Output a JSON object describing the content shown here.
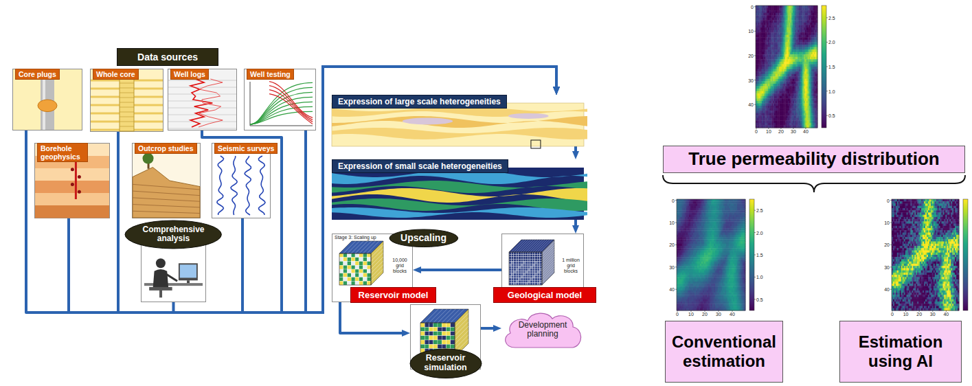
{
  "diagram": {
    "nodes": [
      {
        "text": [
          "Data sources"
        ]
      },
      {
        "text": [
          "Core plugs"
        ]
      },
      {
        "text": [
          "Whole core"
        ]
      },
      {
        "text": [
          "Well logs"
        ]
      },
      {
        "text": [
          "Well testing"
        ]
      },
      {
        "text": [
          "Borehole geophysics"
        ]
      },
      {
        "text": [
          "Outcrop studies"
        ]
      },
      {
        "text": [
          "Seismic surveys"
        ]
      },
      {
        "text": [
          "Comprehensive analysis"
        ]
      },
      {
        "text": [
          "Expression of large scale heterogeneities"
        ]
      },
      {
        "text": [
          "Expression of small scale heterogeneities"
        ]
      },
      {
        "text": [
          "Stage 3: Scaling up",
          "10,000 grid blocks",
          "Reservoir model"
        ]
      },
      {
        "text": [
          "Upscaling"
        ]
      },
      {
        "text": [
          "1 million grid blocks",
          "Geological model"
        ]
      },
      {
        "text": [
          "Reservoir simulation"
        ]
      },
      {
        "text": [
          "Development planning"
        ]
      },
      {
        "text": [
          "True permeability distribution"
        ]
      },
      {
        "text": [
          "Conventional estimation"
        ]
      },
      {
        "text": [
          "Estimation using AI"
        ]
      }
    ],
    "edges": [
      {
        "from": 1,
        "to": 9,
        "arrow": "to"
      },
      {
        "from": 2,
        "to": 9,
        "arrow": "to"
      },
      {
        "from": 3,
        "to": 9,
        "arrow": "to"
      },
      {
        "from": 4,
        "to": 9,
        "arrow": "to"
      },
      {
        "from": 5,
        "to": 9,
        "arrow": "to"
      },
      {
        "from": 7,
        "to": 9,
        "arrow": "to"
      },
      {
        "from": 8,
        "to": 9,
        "arrow": "to"
      },
      {
        "from": 9,
        "to": 10,
        "arrow": "to"
      },
      {
        "from": 10,
        "to": 13,
        "arrow": "to"
      },
      {
        "from": 13,
        "to": 11,
        "arrow": "to"
      },
      {
        "from": 11,
        "to": 14,
        "arrow": "to"
      },
      {
        "from": 14,
        "to": 15,
        "arrow": "to"
      }
    ],
    "labels": [
      "0",
      "10",
      "20",
      "30",
      "40",
      "0",
      "10",
      "20",
      "30",
      "40",
      "2.5",
      "2.0",
      "1.5",
      "1.0",
      "0.5",
      "0",
      "10",
      "20",
      "30",
      "40",
      "0",
      "10",
      "20",
      "30",
      "40",
      "2.5",
      "2.0",
      "1.5",
      "1.0",
      "0.5",
      "0",
      "10",
      "20",
      "30",
      "40",
      "0",
      "10",
      "20",
      "30",
      "40"
    ]
  }
}
